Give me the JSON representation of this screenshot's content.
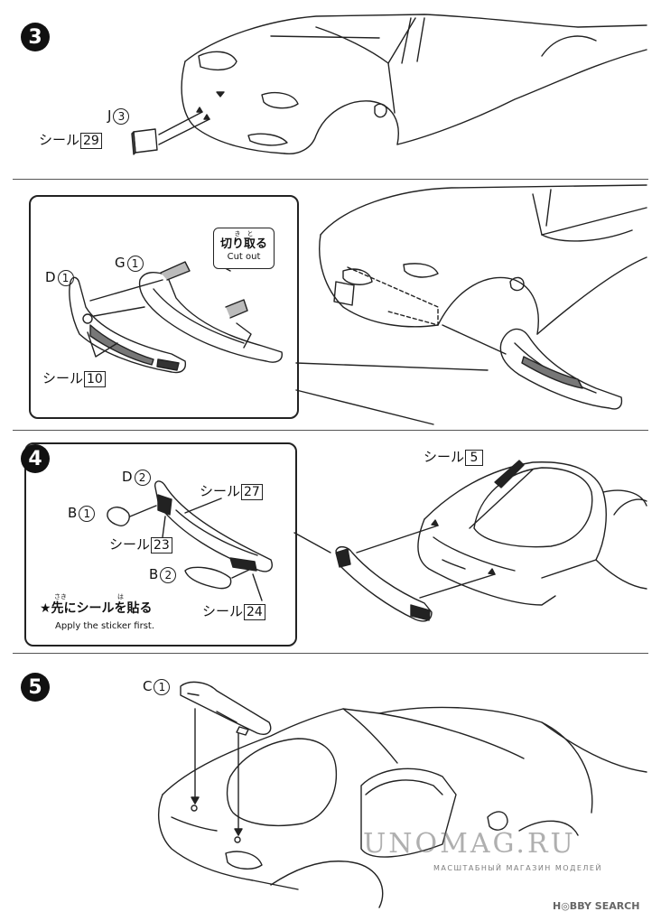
{
  "steps": [
    {
      "number": "3"
    },
    {
      "number": "4"
    },
    {
      "number": "5"
    }
  ],
  "step3": {
    "part_j": {
      "letter": "J",
      "num": "3"
    },
    "sticker_prefix": "シール",
    "sticker_29": "29"
  },
  "step3b": {
    "part_d": {
      "letter": "D",
      "num": "1"
    },
    "part_g": {
      "letter": "G",
      "num": "1"
    },
    "cut_ruby": "き　と",
    "cut_jp": "切り取る",
    "cut_en": "Cut out",
    "sticker_prefix": "シール",
    "sticker_10": "10"
  },
  "step4": {
    "part_d": {
      "letter": "D",
      "num": "2"
    },
    "part_b1": {
      "letter": "B",
      "num": "1"
    },
    "part_b2": {
      "letter": "B",
      "num": "2"
    },
    "sticker_prefix": "シール",
    "sticker_5": "5",
    "sticker_27": "27",
    "sticker_23": "23",
    "sticker_24": "24",
    "note_ruby": "さき　　　　　　　　は",
    "note_jp": "★先にシールを貼る",
    "note_en": "Apply the sticker first."
  },
  "step5": {
    "part_c": {
      "letter": "C",
      "num": "1"
    }
  },
  "watermark": {
    "title": "UNOMAG.RU",
    "subtitle": "МАСШТАБНЫЙ МАГАЗИН МОДЕЛЕЙ",
    "hobby_search": "H◎BBY SEARCH"
  }
}
